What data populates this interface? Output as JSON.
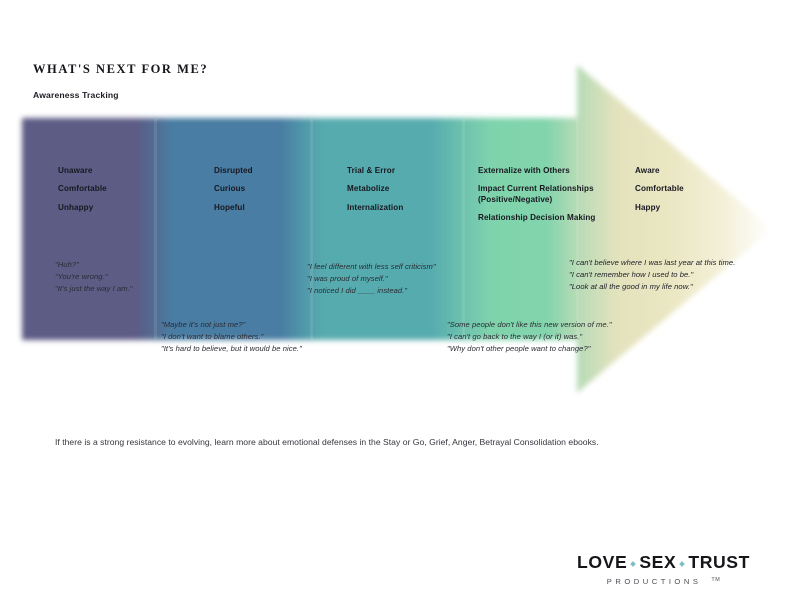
{
  "header": {
    "title": "WHAT'S NEXT FOR ME?",
    "subtitle": "Awareness Tracking"
  },
  "footnote": "If there is a strong resistance to evolving, learn more about emotional defenses in the Stay or Go, Grief, Anger, Betrayal Consolidation ebooks.",
  "logo": {
    "word1": "LOVE",
    "word2": "SEX",
    "word3": "TRUST",
    "tagline": "PRODUCTIONS",
    "trademark": "TM"
  },
  "colors": {
    "stage_1": "#5d5b85",
    "stage_2": "#4a7da3",
    "stage_3": "#56abae",
    "stage_4": "#7fd3ac",
    "stage_5": "#e8e3bc",
    "tip": "#fdfdf8",
    "heading_text": "#181820",
    "quote_text": "#2b2b33",
    "logo_accent": "#7fbfc4"
  },
  "chart_data": {
    "type": "diagram",
    "title": "WHAT'S NEXT FOR ME? — Awareness Tracking",
    "shape": "horizontal-arrow-progression",
    "direction": "left-to-right",
    "stage_count": 5,
    "stages": [
      {
        "index": 0,
        "color": "#5d5b85",
        "headings": [
          "Unaware",
          "Comfortable",
          "Unhappy"
        ],
        "quotes": [
          "\"Huh?\"",
          "\"You're wrong.\"",
          "\"It's just the way I am.\""
        ],
        "quote_row": "upper"
      },
      {
        "index": 1,
        "color": "#4a7da3",
        "headings": [
          "Disrupted",
          "Curious",
          "Hopeful"
        ],
        "quotes": [
          "\"Maybe it's not just me?\"",
          "\"I don't want to blame others.\"",
          "\"It's hard to believe, but it would be nice.\""
        ],
        "quote_row": "lower"
      },
      {
        "index": 2,
        "color": "#56abae",
        "headings": [
          "Trial & Error",
          "Metabolize",
          "Internalization"
        ],
        "quotes": [
          "\"I feel different with less self criticism\"",
          "\"I was  proud of myself.\"",
          "\"I noticed I did ____ instead.\""
        ],
        "quote_row": "upper"
      },
      {
        "index": 3,
        "color": "#7fd3ac",
        "headings": [
          "Externalize with Others",
          "Impact Current Relationships\n(Positive/Negative)",
          "Relationship Decision Making"
        ],
        "quotes": [
          "\"Some people don't like this new version of me.\"",
          "\"I can't go back to the way I (or it) was.\"",
          "\"Why don't other people want to change?\""
        ],
        "quote_row": "lower"
      },
      {
        "index": 4,
        "color": "#e8e3bc",
        "headings": [
          "Aware",
          "Comfortable",
          "Happy"
        ],
        "quotes": [
          "\"I can't believe where I was last year at this time.",
          "\"I can't remember how I used to be.\"",
          "\"Look at all the good in my life now.\""
        ],
        "quote_row": "upper"
      }
    ]
  }
}
